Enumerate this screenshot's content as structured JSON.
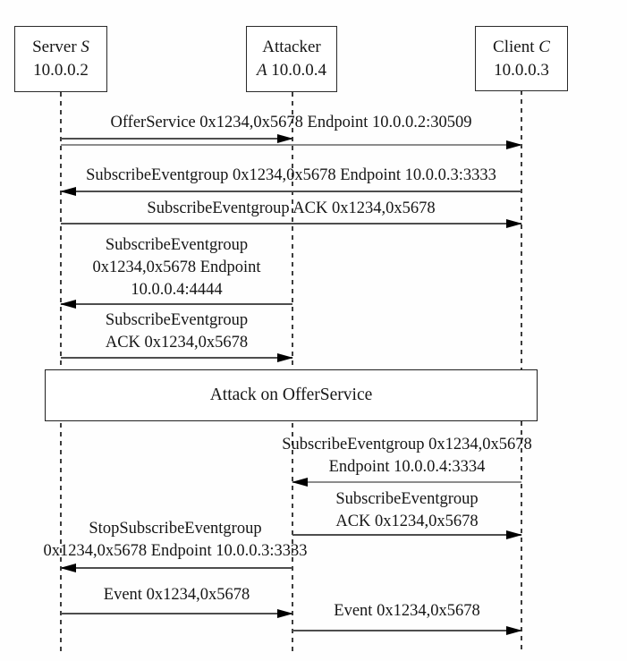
{
  "actors": {
    "server": {
      "label": "Server",
      "var": "S",
      "ip": "10.0.0.2"
    },
    "attacker": {
      "label": "Attacker",
      "var": "A",
      "ip": "10.0.0.4"
    },
    "client": {
      "label": "Client",
      "var": "C",
      "ip": "10.0.0.3"
    }
  },
  "attack_banner": {
    "label": "Attack on OfferService"
  },
  "messages": {
    "offer_service": {
      "label": "OfferService 0x1234,0x5678 Endpoint 10.0.0.2:30509",
      "from": "server",
      "to": "attacker and client"
    },
    "subscribe_client": {
      "label": "SubscribeEventgroup 0x1234,0x5678 Endpoint 10.0.0.3:3333",
      "from": "client",
      "to": "server"
    },
    "subscribe_client_ack": {
      "label": "SubscribeEventgroup ACK 0x1234,0x5678",
      "from": "server",
      "to": "client"
    },
    "subscribe_attacker": {
      "label": "SubscribeEventgroup\n0x1234,0x5678 Endpoint\n10.0.0.4:4444",
      "from": "attacker",
      "to": "server"
    },
    "subscribe_attacker_ack": {
      "label": "SubscribeEventgroup\nACK 0x1234,0x5678",
      "from": "server",
      "to": "attacker"
    },
    "subscribe_spoofed": {
      "label": "SubscribeEventgroup 0x1234,0x5678\nEndpoint 10.0.0.4:3334",
      "from": "client",
      "to": "attacker"
    },
    "subscribe_spoofed_ack": {
      "label": "SubscribeEventgroup\nACK 0x1234,0x5678",
      "from": "attacker",
      "to": "client"
    },
    "stop_subscribe": {
      "label": "StopSubscribeEventgroup\n0x1234,0x5678 Endpoint 10.0.0.3:3333",
      "from": "attacker",
      "to": "server"
    },
    "event_server": {
      "label": "Event 0x1234,0x5678",
      "from": "server",
      "to": "attacker"
    },
    "event_attacker": {
      "label": "Event 0x1234,0x5678",
      "from": "attacker",
      "to": "client"
    }
  }
}
